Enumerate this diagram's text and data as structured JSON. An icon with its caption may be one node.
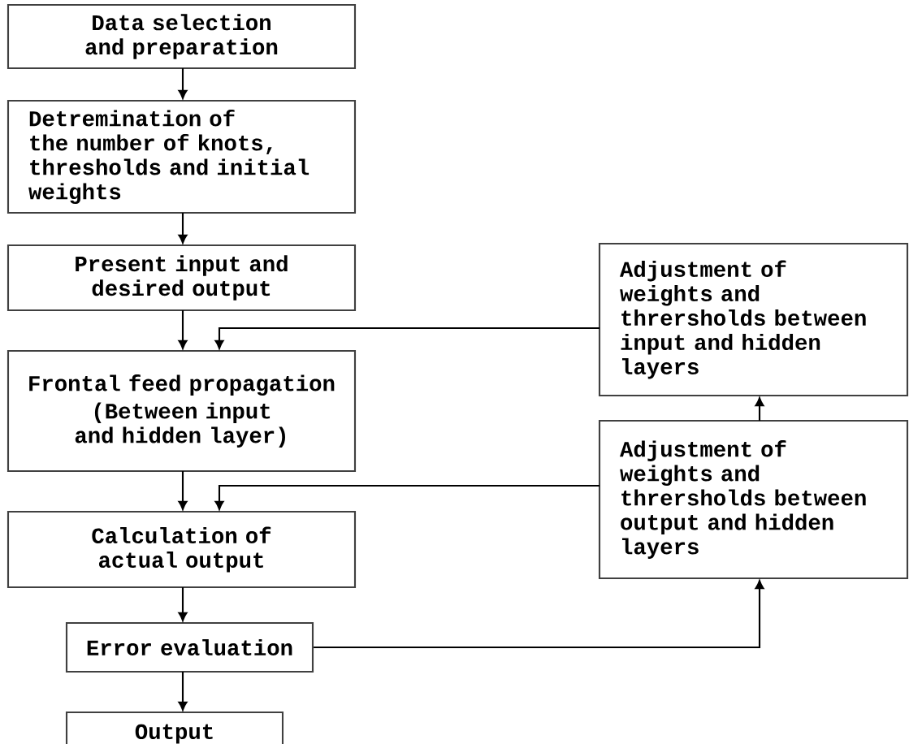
{
  "diagram": {
    "nodes": [
      {
        "text": [
          "Data selection and preparation"
        ]
      },
      {
        "text": [
          "Detremination of the number of knots, thresholds and initial weights"
        ]
      },
      {
        "text": [
          "Present input and desired output"
        ]
      },
      {
        "text": [
          "Frontal feed propagation",
          "(Between input and hidden layer)"
        ]
      },
      {
        "text": [
          "Calculation of actual output"
        ]
      },
      {
        "text": [
          "Error evaluation"
        ]
      },
      {
        "text": [
          "Output"
        ]
      },
      {
        "text": [
          "Adjustment of weights and thrersholds between input and hidden layers"
        ]
      },
      {
        "text": [
          "Adjustment of weights and thrersholds between output and hidden layers"
        ]
      }
    ],
    "edges": [
      {
        "from": 0,
        "to": 1,
        "arrow": "to"
      },
      {
        "from": 1,
        "to": 2,
        "arrow": "to"
      },
      {
        "from": 2,
        "to": 3,
        "arrow": "to"
      },
      {
        "from": 3,
        "to": 4,
        "arrow": "to"
      },
      {
        "from": 4,
        "to": 5,
        "arrow": "to"
      },
      {
        "from": 5,
        "to": 6,
        "arrow": "to"
      },
      {
        "from": 5,
        "to": 8,
        "arrow": "to"
      },
      {
        "from": 8,
        "to": 7,
        "arrow": "to"
      },
      {
        "from": 7,
        "to": 3,
        "arrow": "to"
      },
      {
        "from": 8,
        "to": 4,
        "arrow": "to"
      }
    ]
  }
}
